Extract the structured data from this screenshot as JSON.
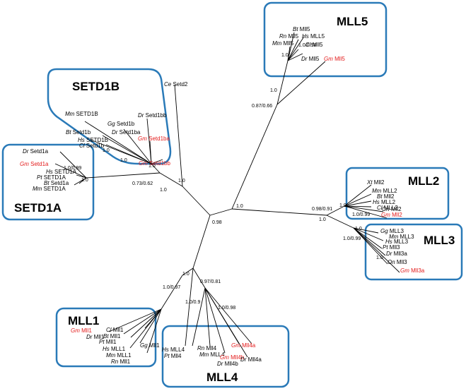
{
  "groups": {
    "mll5": "MLL5",
    "setd1b": "SETD1B",
    "setd1a": "SETD1A",
    "mll2": "MLL2",
    "mll3": "MLL3",
    "mll1": "MLL1",
    "mll4": "MLL4"
  },
  "supports": {
    "s_root": "0.98",
    "s_mll5stem": "0.87/0.66",
    "s_mll5a": "1.0",
    "s_mll5b": "1.0/0.98",
    "s_mll5c": "1.0",
    "s_setd1": "1.0",
    "s_setd1ce": "1.0",
    "s_setd1_073": "0.73/0.62",
    "s_setd1a_099": "1.0/0.99",
    "s_setd1a_1": "1.0",
    "s_setd1b_1a": "1.0",
    "s_setd1b_1b": "1.0",
    "s_setd1b_1c": "1.0",
    "s_mll23": "1.0",
    "s_mll23_098": "0.98/0.91",
    "s_mll23_1": "1.0",
    "s_mll2_1": "1.0",
    "s_mll2_099": "1.0/0.99",
    "s_mll3_1": "1.0",
    "s_mll3_099": "1.0/0.99",
    "s_mll3_1b": "1.0",
    "s_mll14": "1.0",
    "s_mll1_097": "1.0/0.97",
    "s_mll4_081": "0.97/0.81",
    "s_mll4_09": "1.0/0.9",
    "s_mll4_098": "1.0/0.98"
  },
  "colors": {
    "box": "#2a7ab8",
    "highlight": "#e31b1b",
    "branch": "#000000"
  },
  "leaves": [
    {
      "id": "bt_mll5",
      "sp": "Bt",
      "gene": "Mll5",
      "red": false
    },
    {
      "id": "rn_mll5",
      "sp": "Rn",
      "gene": "Mll5",
      "red": false
    },
    {
      "id": "hs_mll5",
      "sp": "Hs",
      "gene": "MLL5",
      "red": false
    },
    {
      "id": "mm_mll5",
      "sp": "Mm",
      "gene": "Mll5",
      "red": false
    },
    {
      "id": "cl_mll5",
      "sp": "Cl",
      "gene": "Mll5",
      "red": false
    },
    {
      "id": "dr_mll5",
      "sp": "Dr",
      "gene": "Mll5",
      "red": false
    },
    {
      "id": "gm_mll5",
      "sp": "Gm",
      "gene": "Mll5",
      "red": true
    },
    {
      "id": "ce_setd2",
      "sp": "Ce",
      "gene": "Setd2",
      "red": false
    },
    {
      "id": "mm_setd1b",
      "sp": "Mm",
      "gene": "SETD1B",
      "red": false
    },
    {
      "id": "gg_setd1b",
      "sp": "Gg",
      "gene": "Setd1b",
      "red": false
    },
    {
      "id": "dr_setd1bb",
      "sp": "Dr",
      "gene": "Setd1bb",
      "red": false
    },
    {
      "id": "bt_setd1b",
      "sp": "Bt",
      "gene": "Setd1b",
      "red": false
    },
    {
      "id": "dr_setd1ba",
      "sp": "Dr",
      "gene": "Setd1ba",
      "red": false
    },
    {
      "id": "hs_setd1b",
      "sp": "Hs",
      "gene": "SETD1B",
      "red": false
    },
    {
      "id": "cl_setd1b",
      "sp": "Cl",
      "gene": "Setd1b",
      "red": false
    },
    {
      "id": "gm_setd1ba",
      "sp": "Gm",
      "gene": "Setd1ba",
      "red": true
    },
    {
      "id": "gm_setd1bb",
      "sp": "Gm",
      "gene": "Setd1bb",
      "red": true
    },
    {
      "id": "dr_setd1a",
      "sp": "Dr",
      "gene": "Setd1a",
      "red": false
    },
    {
      "id": "gm_setd1a",
      "sp": "Gm",
      "gene": "Setd1a",
      "red": true
    },
    {
      "id": "hs_setd1a",
      "sp": "Hs",
      "gene": "SETD1A",
      "red": false
    },
    {
      "id": "pt_setd1a",
      "sp": "Pt",
      "gene": "SETD1A",
      "red": false
    },
    {
      "id": "bt_setd1a",
      "sp": "Bt",
      "gene": "Setd1a",
      "red": false
    },
    {
      "id": "mm_setd1a",
      "sp": "Mm",
      "gene": "SETD1A",
      "red": false
    },
    {
      "id": "xt_mll2",
      "sp": "Xt",
      "gene": "Mll2",
      "red": false
    },
    {
      "id": "mm_mll2",
      "sp": "Mm",
      "gene": "MLL2",
      "red": false
    },
    {
      "id": "bt_mll2",
      "sp": "Bt",
      "gene": "Mll2",
      "red": false
    },
    {
      "id": "hs_mll2",
      "sp": "Hs",
      "gene": "MLL2",
      "red": false
    },
    {
      "id": "cl_mll2",
      "sp": "Cl",
      "gene": "MLL2",
      "red": false
    },
    {
      "id": "on_mll2",
      "sp": "On",
      "gene": "Mll2",
      "red": false
    },
    {
      "id": "gm_mll2",
      "sp": "Gm",
      "gene": "Mll2",
      "red": true
    },
    {
      "id": "gg_mll3",
      "sp": "Gg",
      "gene": "MLL3",
      "red": false
    },
    {
      "id": "mm_mll3",
      "sp": "Mm",
      "gene": "MLL3",
      "red": false
    },
    {
      "id": "hs_mll3",
      "sp": "Hs",
      "gene": "MLL3",
      "red": false
    },
    {
      "id": "pt_mll3",
      "sp": "Pt",
      "gene": "Mll3",
      "red": false
    },
    {
      "id": "dr_mll3a",
      "sp": "Dr",
      "gene": "Mll3a",
      "red": false
    },
    {
      "id": "on_mll3",
      "sp": "On",
      "gene": "Mll3",
      "red": false
    },
    {
      "id": "gm_mll3a",
      "sp": "Gm",
      "gene": "Mll3a",
      "red": true
    },
    {
      "id": "gm_mll1",
      "sp": "Gm",
      "gene": "Mll1",
      "red": true
    },
    {
      "id": "cl_mll1",
      "sp": "Cl",
      "gene": "Mll1",
      "red": false
    },
    {
      "id": "dr_mll1",
      "sp": "Dr",
      "gene": "Mll1",
      "red": false
    },
    {
      "id": "bt_mll1",
      "sp": "Bt",
      "gene": "Mll1",
      "red": false
    },
    {
      "id": "pt_mll1",
      "sp": "Pt",
      "gene": "Mll1",
      "red": false
    },
    {
      "id": "hs_mll1",
      "sp": "Hs",
      "gene": "MLL1",
      "red": false
    },
    {
      "id": "gg_mll1",
      "sp": "Gg",
      "gene": "Mll1",
      "red": false
    },
    {
      "id": "mm_mll1",
      "sp": "Mm",
      "gene": "MLL1",
      "red": false
    },
    {
      "id": "rn_mll1",
      "sp": "Rn",
      "gene": "Mll1",
      "red": false
    },
    {
      "id": "hs_mll4",
      "sp": "Hs",
      "gene": "MLL4",
      "red": false
    },
    {
      "id": "pt_mll4",
      "sp": "Pt",
      "gene": "Mll4",
      "red": false
    },
    {
      "id": "rn_mll4",
      "sp": "Rn",
      "gene": "Mll4",
      "red": false
    },
    {
      "id": "mm_mll4",
      "sp": "Mm",
      "gene": "MLL4",
      "red": false
    },
    {
      "id": "gm_mll4a",
      "sp": "Gm",
      "gene": "Mll4a",
      "red": true
    },
    {
      "id": "gm_mll4b",
      "sp": "Gm",
      "gene": "Mll4b",
      "red": true
    },
    {
      "id": "dr_mll4b",
      "sp": "Dr",
      "gene": "Mll4b",
      "red": false
    },
    {
      "id": "dr_mll4a",
      "sp": "Dr",
      "gene": "Mll4a",
      "red": false
    }
  ]
}
